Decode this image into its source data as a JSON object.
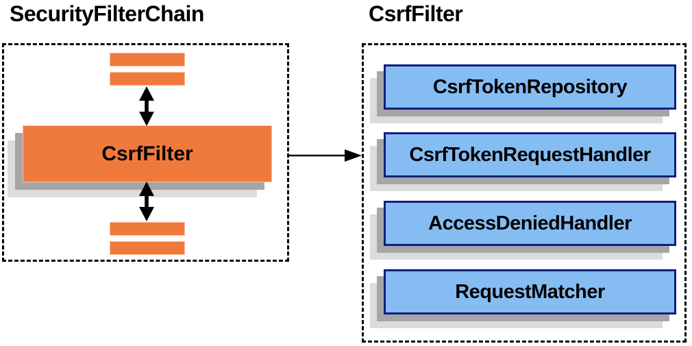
{
  "left_panel": {
    "title": "SecurityFilterChain",
    "filter_box_label": "CsrfFilter",
    "placeholder_bar_count": 4
  },
  "right_panel": {
    "title": "CsrfFilter",
    "components": [
      "CsrfTokenRepository",
      "CsrfTokenRequestHandler",
      "AccessDeniedHandler",
      "RequestMatcher"
    ]
  },
  "icons": {
    "vertical_arrows": "double-headed-arrow-icon",
    "connector": "right-arrow-icon"
  },
  "colors": {
    "orange": "#F0793C",
    "orange_border": "#FBBE9E",
    "blue": "#85BCF2",
    "blue_border": "#101E7F",
    "shadow_dark": "#A6A6A6",
    "shadow_light": "#DCDCDC",
    "ink": "#000000"
  }
}
